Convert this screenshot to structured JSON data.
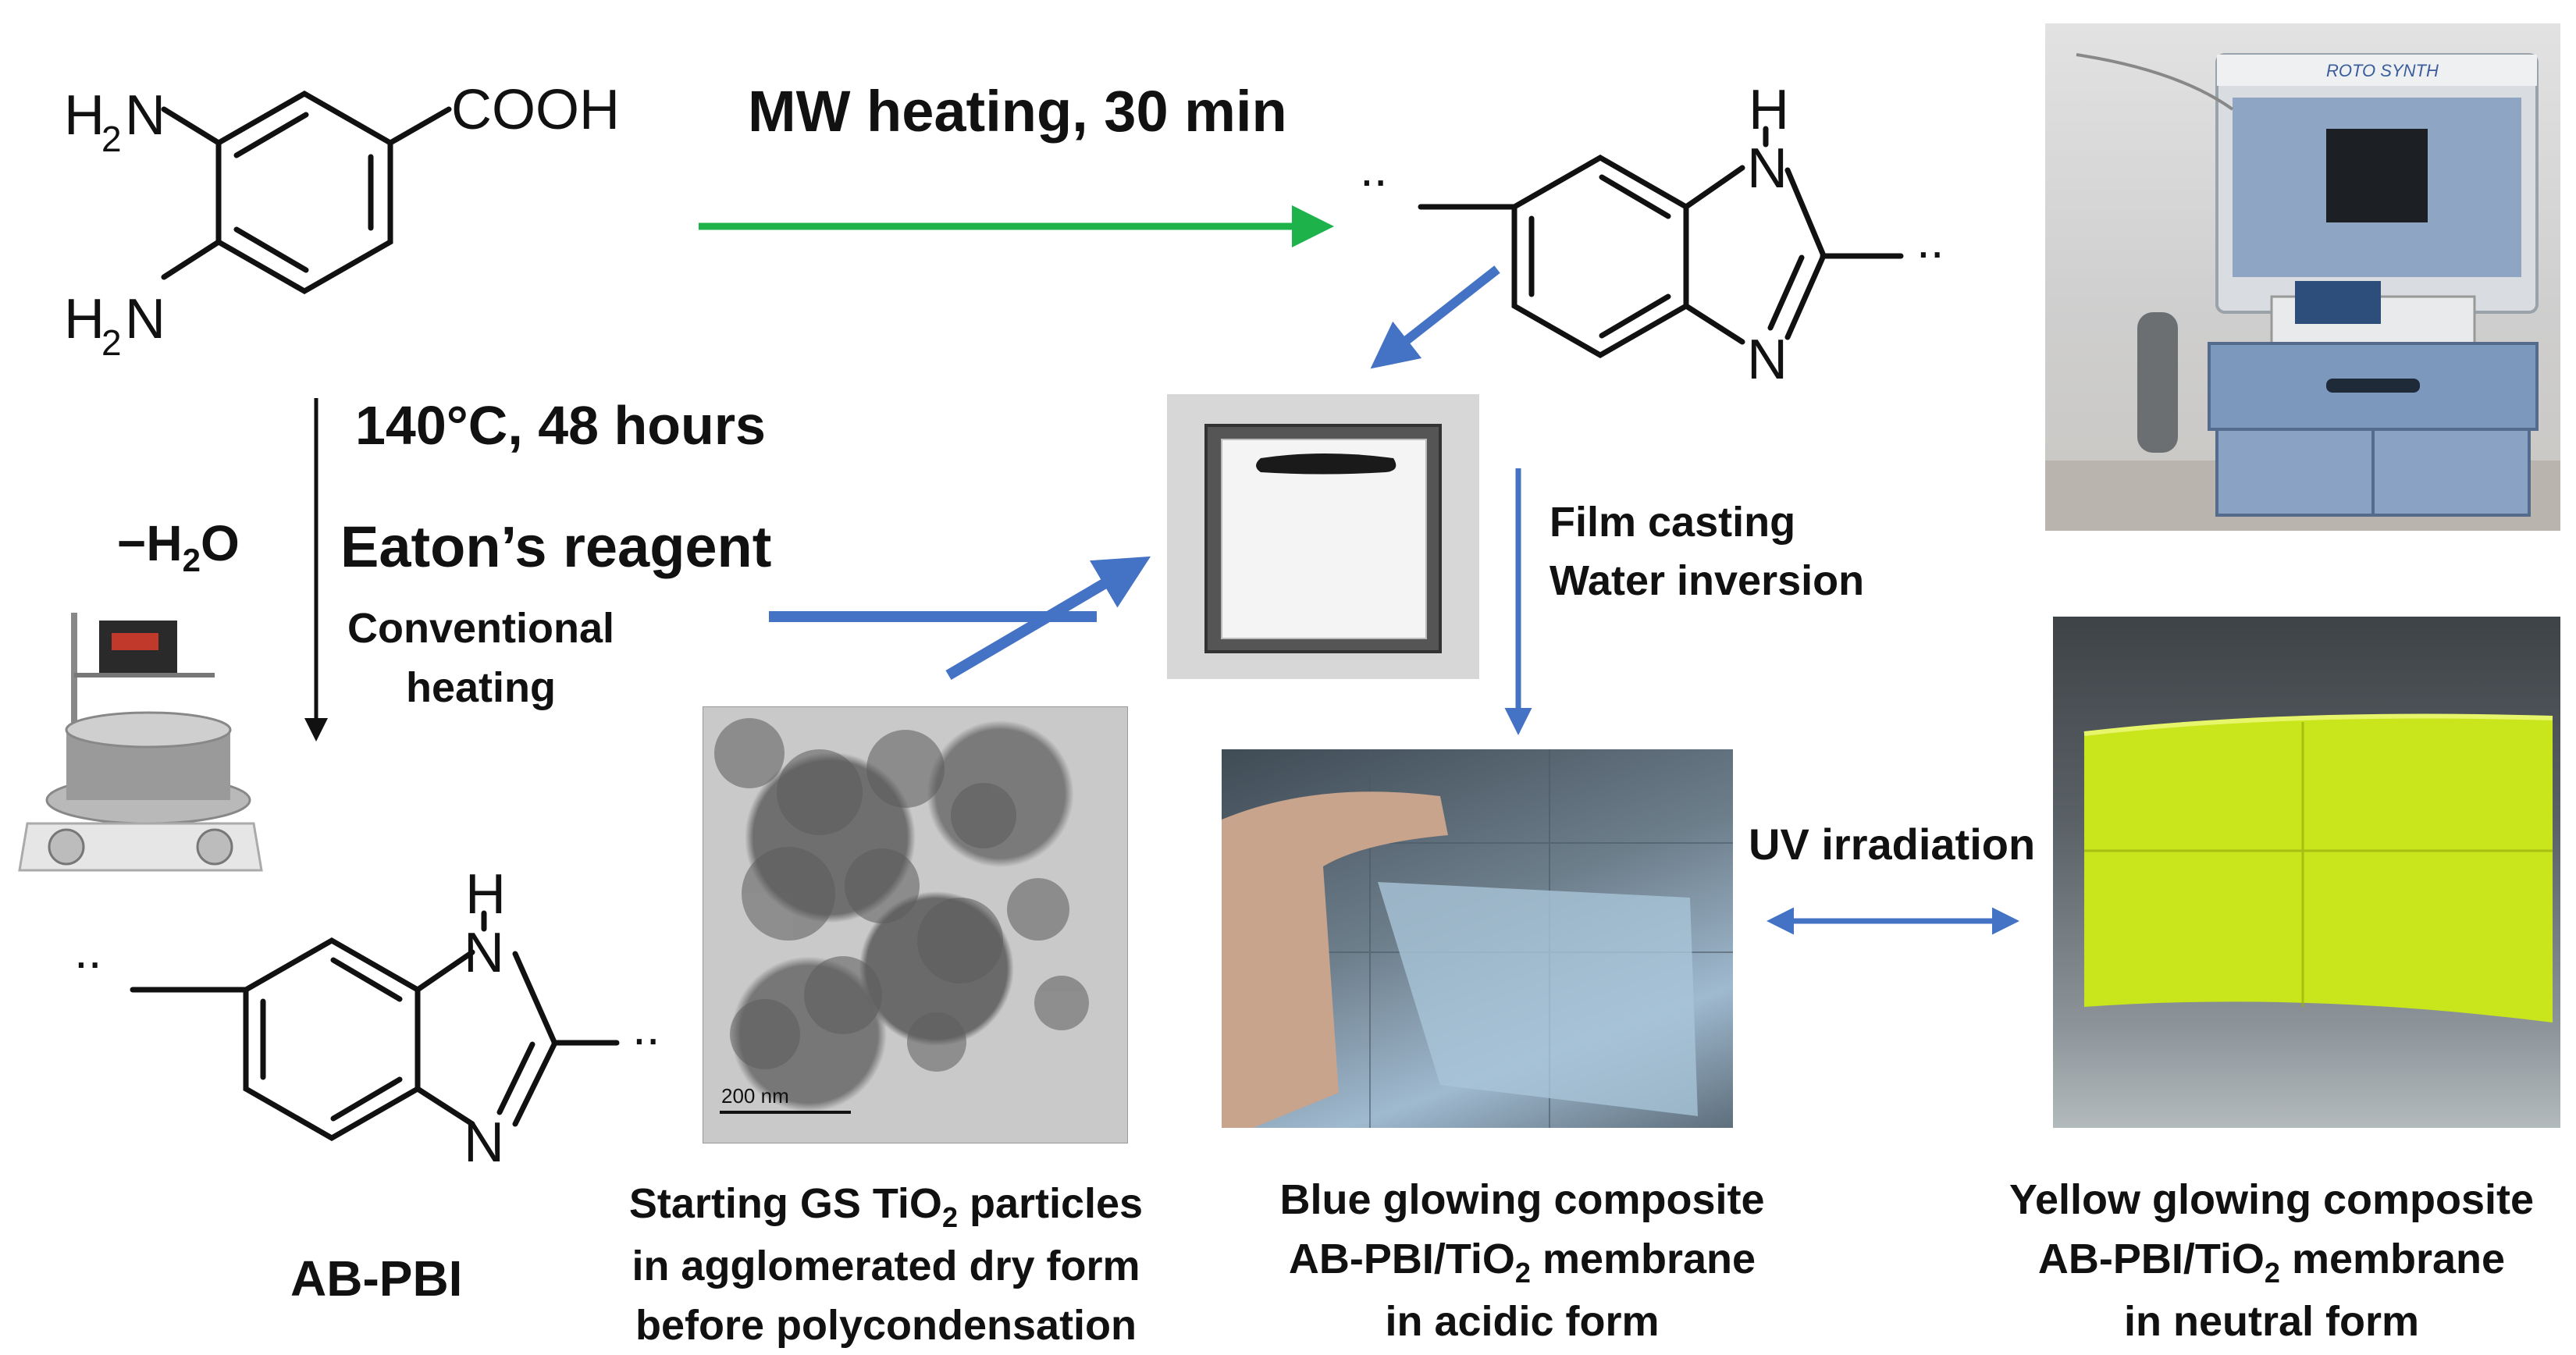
{
  "molecules": {
    "monomer": {
      "sub_top": "H",
      "n_top": "N",
      "two_top": "2",
      "sub_bot": "H",
      "n_bot": "N",
      "two_bot": "2",
      "cooh": "COOH"
    },
    "polymer_top": {
      "nh_h": "H",
      "nh_n": "N",
      "n2": "N",
      "dots_left": "..",
      "dots_right": ".."
    },
    "polymer_bottom": {
      "nh_h": "H",
      "nh_n": "N",
      "n2": "N",
      "dots_left": "..",
      "dots_right": ".."
    }
  },
  "labels": {
    "mw_heating": "MW heating, 30 min",
    "temp_time": "140°C,  48 hours",
    "minus_h2o_pre": "−H",
    "minus_h2o_sub": "2",
    "minus_h2o_post": "O",
    "eatons": "Eaton’s reagent",
    "conventional_1": "Conventional",
    "conventional_2": "heating",
    "film_casting": "Film casting",
    "water_inversion": "Water inversion",
    "uv_irradiation": "UV irradiation",
    "ab_pbi": "AB-PBI",
    "scale_bar": "200 nm"
  },
  "captions": {
    "tio2": {
      "l1_pre": "Starting GS TiO",
      "l1_sub": "2",
      "l1_post": " particles",
      "l2": "in agglomerated dry form",
      "l3": "before polycondensation"
    },
    "blue": {
      "l1": "Blue glowing composite",
      "l2_pre": "AB-PBI/TiO",
      "l2_sub": "2",
      "l2_post": " membrane",
      "l3": "in acidic form"
    },
    "yellow": {
      "l1": "Yellow glowing composite",
      "l2_pre": "AB-PBI/TiO",
      "l2_sub": "2",
      "l2_post": " membrane",
      "l3": "in neutral form"
    }
  },
  "instrument": {
    "brand": "ROTO SYNTH"
  },
  "colors": {
    "green_arrow": "#1db34a",
    "blue_arrow": "#4472c4",
    "black_arrow": "#111111",
    "yellow_membrane": "#c9e51c",
    "blue_membrane": "#a9c4d8"
  }
}
